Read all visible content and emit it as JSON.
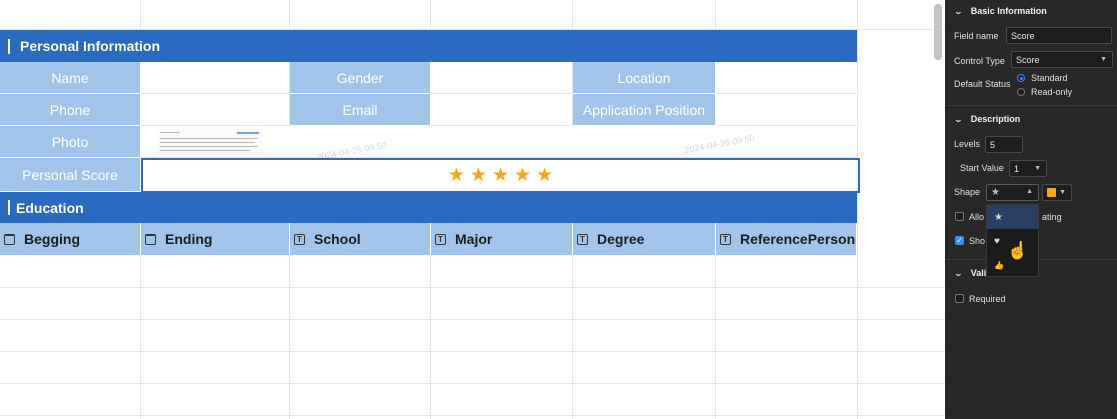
{
  "sheet": {
    "personal_title": "Personal Information",
    "education_title": "Education",
    "labels": {
      "name": "Name",
      "gender": "Gender",
      "location": "Location",
      "phone": "Phone",
      "email": "Email",
      "application_position": "Application Position",
      "photo": "Photo",
      "personal_score": "Personal Score"
    },
    "score": {
      "value": 5,
      "max": 5,
      "star_glyph": "★",
      "color": "#f5a80f"
    },
    "education_columns": [
      {
        "label": "Begging",
        "icon": "calendar-icon",
        "glyph": ""
      },
      {
        "label": "Ending",
        "icon": "calendar-icon",
        "glyph": ""
      },
      {
        "label": "School",
        "icon": "text-field-icon",
        "glyph": "T"
      },
      {
        "label": "Major",
        "icon": "text-field-icon",
        "glyph": "T"
      },
      {
        "label": "Degree",
        "icon": "text-field-icon",
        "glyph": "T"
      },
      {
        "label": "ReferencePerson",
        "icon": "text-field-icon",
        "glyph": "T"
      }
    ],
    "watermark": "2024-04-26 09:50",
    "colors": {
      "section_bar": "#2a6ac0",
      "label_fill": "#a3c4ea"
    }
  },
  "panel": {
    "basic_title": "Basic Information",
    "field_name_label": "Field name",
    "field_name_value": "Score",
    "control_type_label": "Control Type",
    "control_type_value": "Score",
    "default_status_label": "Default Status",
    "status_standard": "Standard",
    "status_readonly": "Read-only",
    "description_title": "Description",
    "levels_label": "Levels",
    "levels_value": "5",
    "start_value_label": "Start Value",
    "start_value_value": "1",
    "shape_label": "Shape",
    "shape_color": "#f5a80f",
    "allow_label_visible": "Allo",
    "allow_label_tail": "ating",
    "show_label_visible": "Sho",
    "validation_title_visible": "Vali",
    "required_label": "Required",
    "shape_options": [
      {
        "icon": "star-icon",
        "glyph": "★"
      },
      {
        "icon": "heart-icon",
        "glyph": "♥"
      },
      {
        "icon": "thumbs-up-icon",
        "glyph": "👍"
      }
    ]
  }
}
